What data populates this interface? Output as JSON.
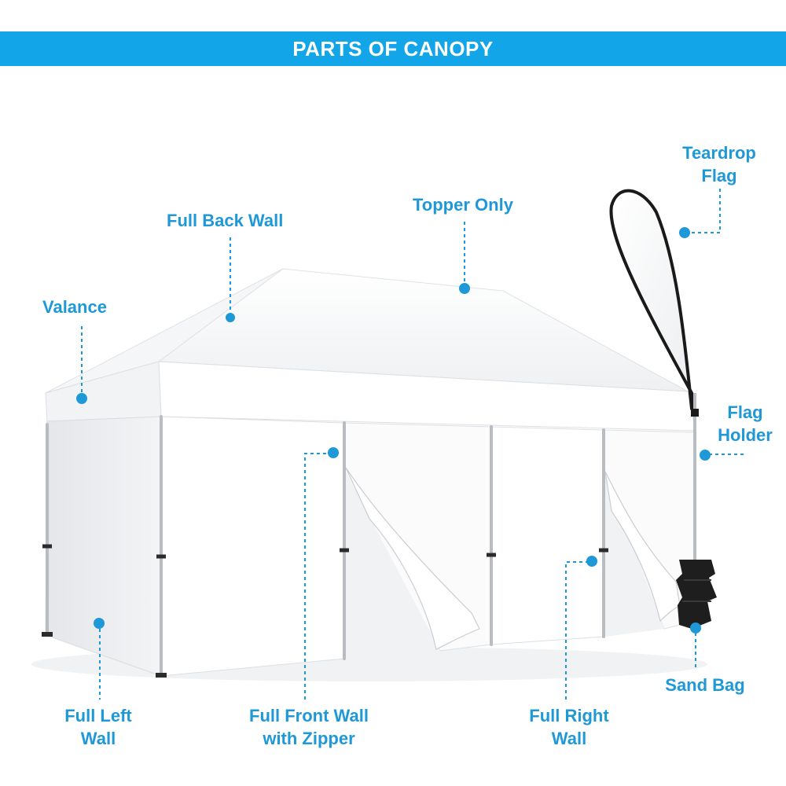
{
  "banner": {
    "title": "PARTS OF CANOPY"
  },
  "colors": {
    "accent": "#12a5e8",
    "label": "#1f98d8",
    "canvas": "#ffffff",
    "frame": "#b9bdc2",
    "bag": "#1e1e1e"
  },
  "callouts": {
    "full_back_wall": {
      "text": "Full Back Wall"
    },
    "topper_only": {
      "text": "Topper Only"
    },
    "teardrop_flag": {
      "line1": "Teardrop",
      "line2": "Flag"
    },
    "valance": {
      "text": "Valance"
    },
    "flag_holder": {
      "line1": "Flag",
      "line2": "Holder"
    },
    "full_left_wall": {
      "line1": "Full Left",
      "line2": "Wall"
    },
    "full_front_wall": {
      "line1": "Full Front Wall",
      "line2": "with Zipper"
    },
    "full_right_wall": {
      "line1": "Full Right",
      "line2": "Wall"
    },
    "sand_bag": {
      "text": "Sand Bag"
    }
  }
}
